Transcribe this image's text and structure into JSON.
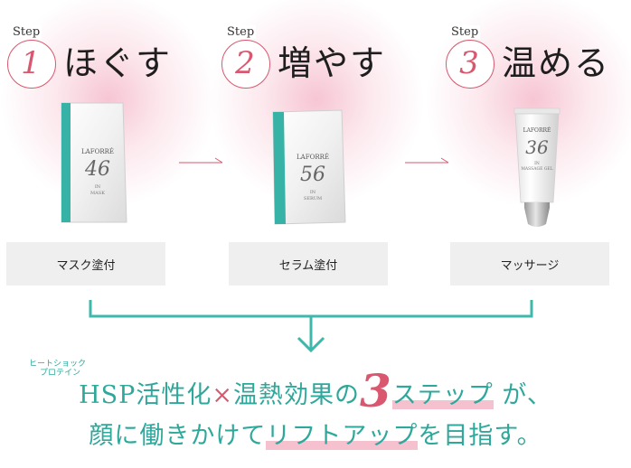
{
  "steps": [
    {
      "word": "Step",
      "number": "1",
      "title": "ほぐす",
      "label": "マスク塗付",
      "product": {
        "brand": "LAFORRÉ",
        "number": "46",
        "sub1": "IN",
        "sub2": "MASK"
      }
    },
    {
      "word": "Step",
      "number": "2",
      "title": "増やす",
      "label": "セラム塗付",
      "product": {
        "brand": "LAFORRÉ",
        "number": "56",
        "sub1": "IN",
        "sub2": "SERUM"
      }
    },
    {
      "word": "Step",
      "number": "3",
      "title": "温める",
      "label": "マッサージ",
      "product": {
        "brand": "LAFORRÉ",
        "number": "36",
        "sub1": "IN",
        "sub2": "MASSAGE GEL"
      }
    }
  ],
  "headline": {
    "ruby_top": "ヒートショック",
    "ruby_bottom": "プロテイン",
    "part_hsp": "HSP活性化",
    "times": "×",
    "part_heat": "温熱効果の",
    "three": "3",
    "steps_word": "ステップ",
    "ga": "が、",
    "line2_a": "顔に働きかけて",
    "line2_hl": "リフトアップ",
    "line2_b": "を目指す。"
  },
  "colors": {
    "accent_pink": "#d9586f",
    "teal": "#2fa89c",
    "label_bg": "#efefef"
  }
}
